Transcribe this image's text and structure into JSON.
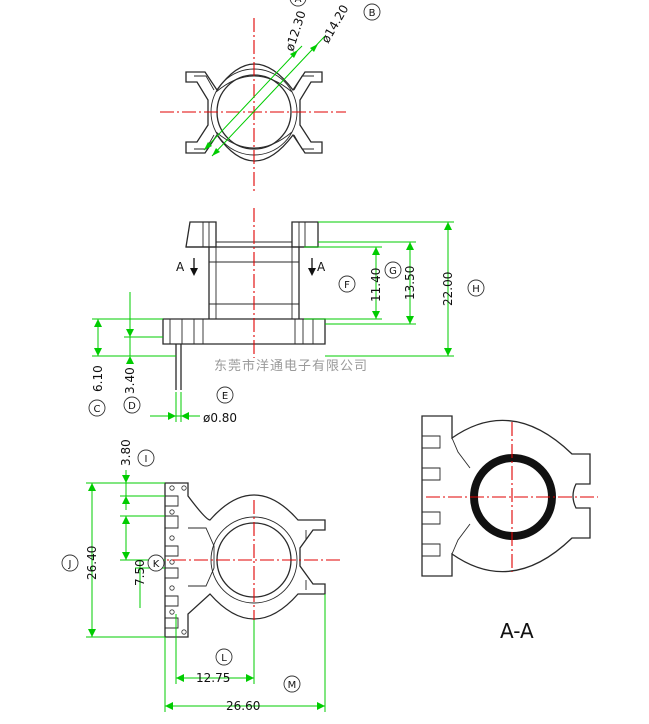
{
  "watermark": "东莞市洋通电子有限公司",
  "section_title": "A-A",
  "section_marks": [
    "A",
    "A"
  ],
  "colors": {
    "outline": "#2a2a2a",
    "centerline": "#e00000",
    "dimension": "#00cc00",
    "watermark": "#9a9a9a"
  },
  "dimensions": [
    {
      "id": "A",
      "value": "ø12.30"
    },
    {
      "id": "B",
      "value": "ø14.20"
    },
    {
      "id": "C",
      "value": "6.10"
    },
    {
      "id": "D",
      "value": "3.40"
    },
    {
      "id": "E",
      "value": "ø0.80"
    },
    {
      "id": "F",
      "value": "11.40"
    },
    {
      "id": "G",
      "value": "13.50"
    },
    {
      "id": "H",
      "value": "22.00"
    },
    {
      "id": "I",
      "value": "3.80"
    },
    {
      "id": "J",
      "value": "26.40"
    },
    {
      "id": "K",
      "value": "7.50"
    },
    {
      "id": "L",
      "value": "12.75"
    },
    {
      "id": "M",
      "value": "26.60"
    }
  ]
}
